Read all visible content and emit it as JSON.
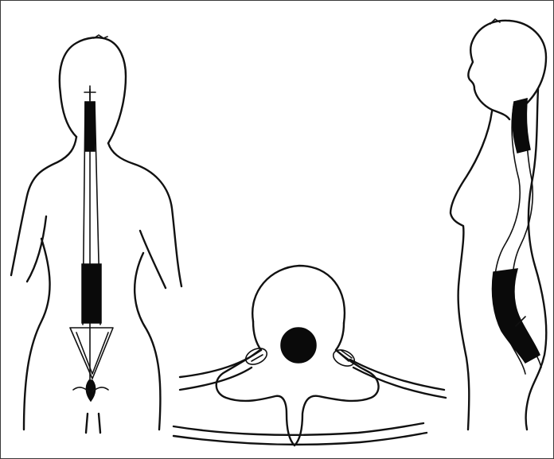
{
  "figure": {
    "panels": [
      {
        "id": "back-view",
        "description": ""
      },
      {
        "id": "vertebra-cross-section",
        "description": ""
      },
      {
        "id": "side-view",
        "description": ""
      }
    ],
    "colors": {
      "ink": "#111111",
      "background": "#ffffff",
      "border": "#3a3a3a"
    }
  }
}
